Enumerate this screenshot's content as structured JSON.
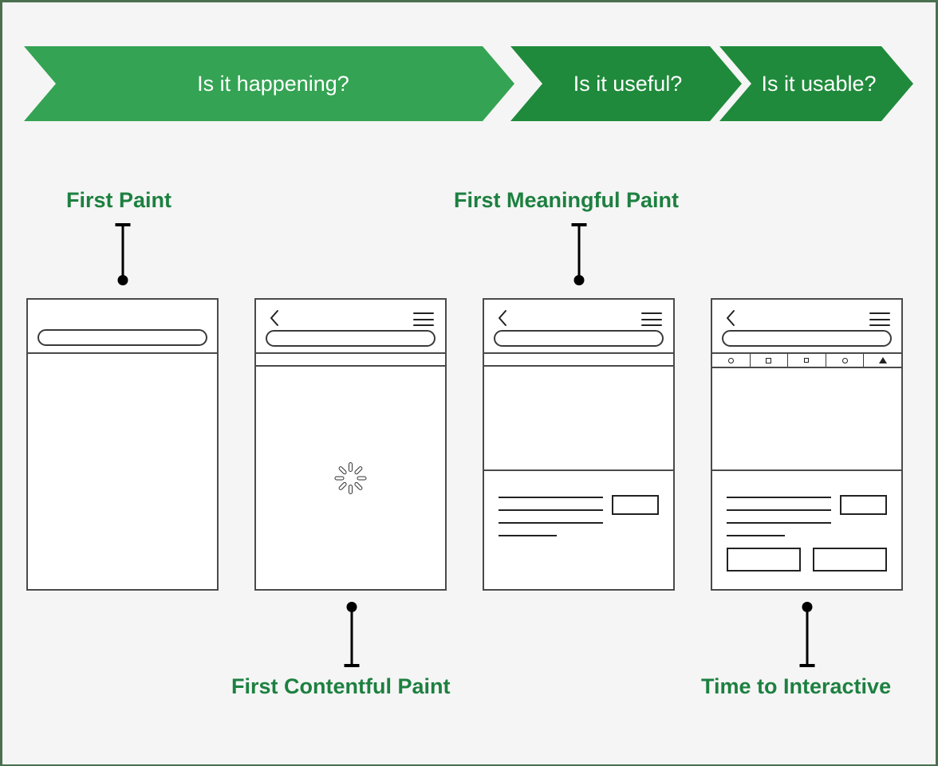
{
  "page": {
    "background_color": "#f5f5f5",
    "border_color": "#4a7050",
    "accent_green": "#1d8040"
  },
  "banner": {
    "segments": [
      {
        "label": "Is it happening?",
        "color": "#34a353"
      },
      {
        "label": "Is it useful?",
        "color": "#1f8a3b"
      },
      {
        "label": "Is it usable?",
        "color": "#1f8a3b"
      }
    ]
  },
  "metrics": [
    {
      "key": "fp",
      "label": "First Paint",
      "position": "above",
      "phone": 1
    },
    {
      "key": "fmp",
      "label": "First Meaningful Paint",
      "position": "above",
      "phone": 3
    },
    {
      "key": "fcp",
      "label": "First Contentful Paint",
      "position": "below",
      "phone": 2
    },
    {
      "key": "tti",
      "label": "Time to Interactive",
      "position": "below",
      "phone": 4
    }
  ],
  "phones": [
    {
      "id": "phone-1",
      "has_back_icon": false,
      "has_menu_icon": false,
      "has_urlbar": true,
      "has_strip": false,
      "has_toolbar": false,
      "has_spinner": false,
      "has_content": false,
      "has_buttons": false
    },
    {
      "id": "phone-2",
      "has_back_icon": true,
      "has_menu_icon": true,
      "has_urlbar": true,
      "has_strip": true,
      "has_toolbar": false,
      "has_spinner": true,
      "has_content": false,
      "has_buttons": false
    },
    {
      "id": "phone-3",
      "has_back_icon": true,
      "has_menu_icon": true,
      "has_urlbar": true,
      "has_strip": true,
      "has_toolbar": false,
      "has_spinner": false,
      "has_content": true,
      "has_buttons": false
    },
    {
      "id": "phone-4",
      "has_back_icon": true,
      "has_menu_icon": true,
      "has_urlbar": true,
      "has_strip": false,
      "has_toolbar": true,
      "has_spinner": false,
      "has_content": true,
      "has_buttons": true
    }
  ],
  "toolbar_icons": [
    "circle-icon",
    "square-icon",
    "square-small-icon",
    "circle-icon",
    "triangle-icon"
  ]
}
